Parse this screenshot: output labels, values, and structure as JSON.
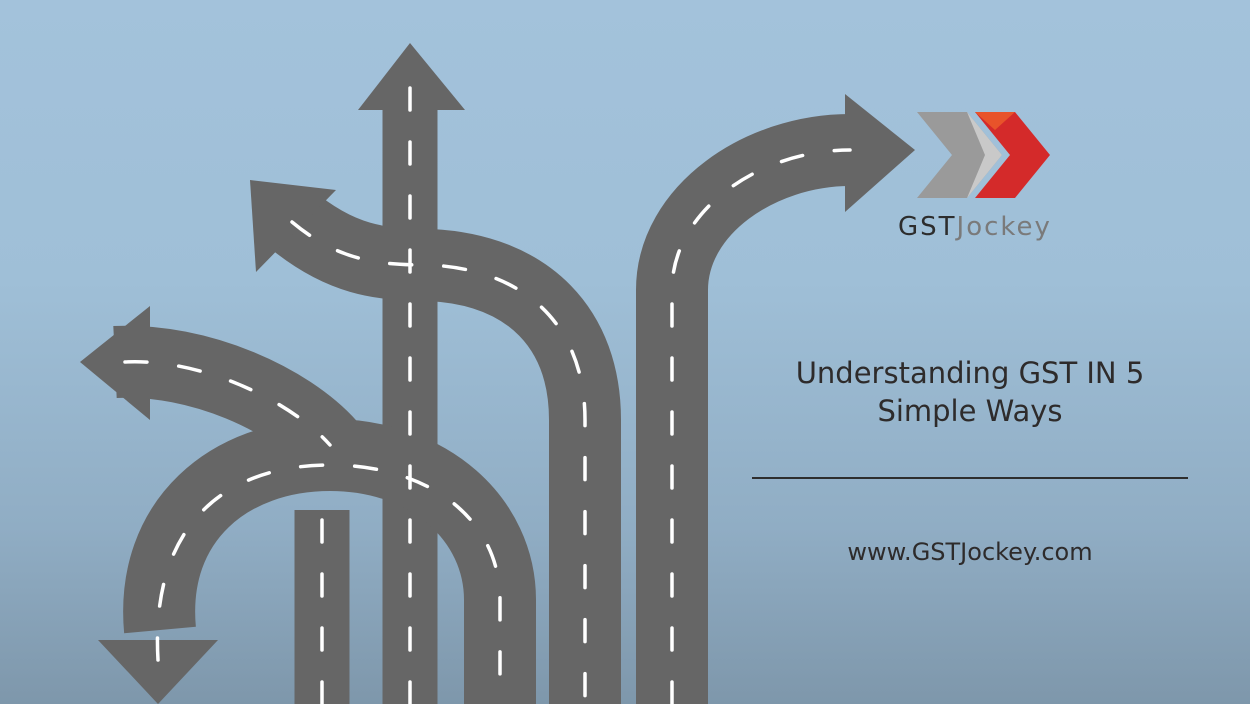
{
  "brand": {
    "part1": "GST",
    "part2": "Jockey",
    "logo_colors": {
      "grey": "#9a9a9a",
      "red": "#d42a2a",
      "orange": "#e8532a"
    }
  },
  "headline": {
    "line1": "Understanding GST IN 5",
    "line2": "Simple Ways"
  },
  "website": "www.GSTJockey.com",
  "illustration": {
    "subject": "road-arrows",
    "road_color": "#666666",
    "lane_color": "#ffffff"
  }
}
